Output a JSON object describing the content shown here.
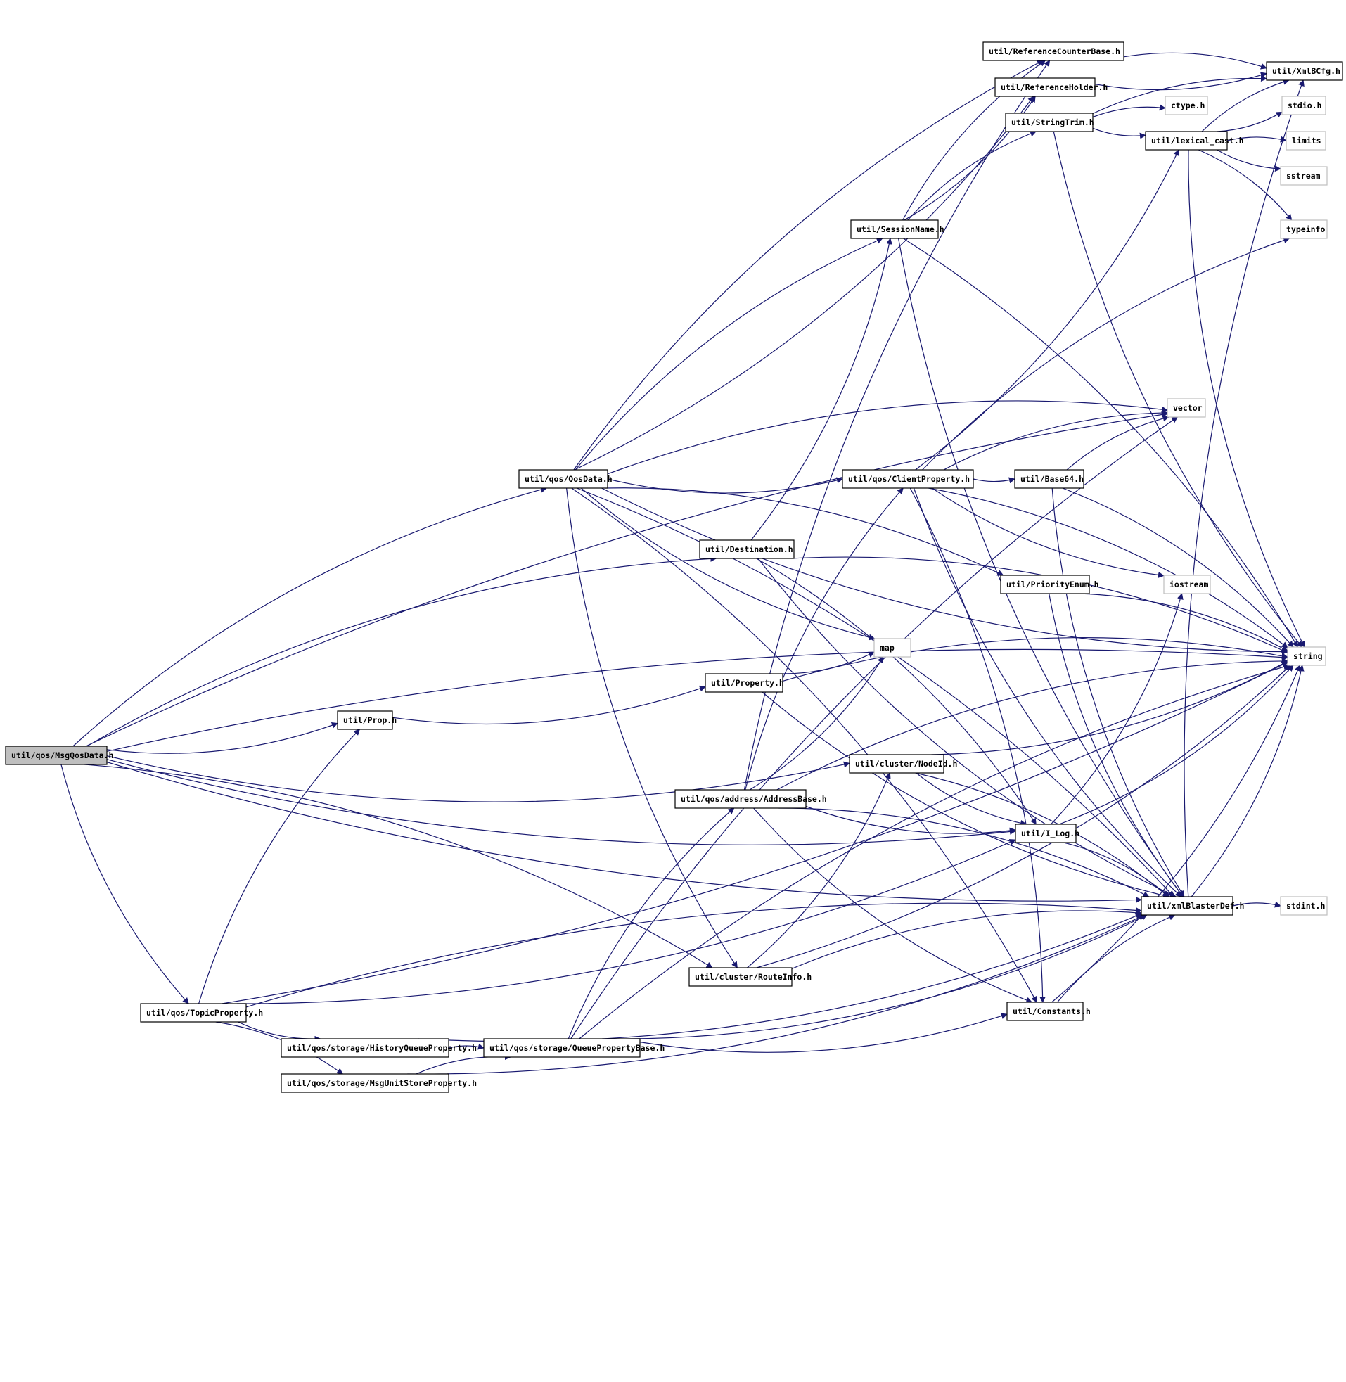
{
  "diagram": {
    "root": "msgqosdata",
    "nodes": [
      {
        "id": "msgqosdata",
        "label": "util/qos/MsgQosData.h",
        "kind": "root"
      },
      {
        "id": "qosdata",
        "label": "util/qos/QosData.h",
        "kind": "header"
      },
      {
        "id": "prop",
        "label": "util/Prop.h",
        "kind": "header"
      },
      {
        "id": "topicproperty",
        "label": "util/qos/TopicProperty.h",
        "kind": "header"
      },
      {
        "id": "historyqueue",
        "label": "util/qos/storage/HistoryQueueProperty.h",
        "kind": "header"
      },
      {
        "id": "msgunitstore",
        "label": "util/qos/storage/MsgUnitStoreProperty.h",
        "kind": "header"
      },
      {
        "id": "queuepropbase",
        "label": "util/qos/storage/QueuePropertyBase.h",
        "kind": "header"
      },
      {
        "id": "destination",
        "label": "util/Destination.h",
        "kind": "header"
      },
      {
        "id": "property",
        "label": "util/Property.h",
        "kind": "header"
      },
      {
        "id": "addressbase",
        "label": "util/qos/address/AddressBase.h",
        "kind": "header"
      },
      {
        "id": "routeinfo",
        "label": "util/cluster/RouteInfo.h",
        "kind": "header"
      },
      {
        "id": "sessionname",
        "label": "util/SessionName.h",
        "kind": "header"
      },
      {
        "id": "clientproperty",
        "label": "util/qos/ClientProperty.h",
        "kind": "header"
      },
      {
        "id": "map",
        "label": "map",
        "kind": "system"
      },
      {
        "id": "nodeid",
        "label": "util/cluster/NodeId.h",
        "kind": "header"
      },
      {
        "id": "refcounterbase",
        "label": "util/ReferenceCounterBase.h",
        "kind": "header"
      },
      {
        "id": "refholder",
        "label": "util/ReferenceHolder.h",
        "kind": "header"
      },
      {
        "id": "stringtrim",
        "label": "util/StringTrim.h",
        "kind": "header"
      },
      {
        "id": "base64",
        "label": "util/Base64.h",
        "kind": "header"
      },
      {
        "id": "priorityenum",
        "label": "util/PriorityEnum.h",
        "kind": "header"
      },
      {
        "id": "ilog",
        "label": "util/I_Log.h",
        "kind": "header"
      },
      {
        "id": "constants",
        "label": "util/Constants.h",
        "kind": "header"
      },
      {
        "id": "ctype",
        "label": "ctype.h",
        "kind": "system"
      },
      {
        "id": "lexicalcast",
        "label": "util/lexical_cast.h",
        "kind": "header"
      },
      {
        "id": "vector",
        "label": "vector",
        "kind": "system"
      },
      {
        "id": "iostream",
        "label": "iostream",
        "kind": "system"
      },
      {
        "id": "xmlblasterdef",
        "label": "util/xmlBlasterDef.h",
        "kind": "header"
      },
      {
        "id": "xmlbcfg",
        "label": "util/XmlBCfg.h",
        "kind": "header"
      },
      {
        "id": "stdio",
        "label": "stdio.h",
        "kind": "system"
      },
      {
        "id": "limits",
        "label": "limits",
        "kind": "system"
      },
      {
        "id": "sstream",
        "label": "sstream",
        "kind": "system"
      },
      {
        "id": "typeinfo",
        "label": "typeinfo",
        "kind": "system"
      },
      {
        "id": "string",
        "label": "string",
        "kind": "system"
      },
      {
        "id": "stdint",
        "label": "stdint.h",
        "kind": "system"
      }
    ],
    "edges": [
      [
        "msgqosdata",
        "qosdata"
      ],
      [
        "msgqosdata",
        "prop"
      ],
      [
        "msgqosdata",
        "destination"
      ],
      [
        "msgqosdata",
        "nodeid"
      ],
      [
        "msgqosdata",
        "routeinfo"
      ],
      [
        "msgqosdata",
        "topicproperty"
      ],
      [
        "msgqosdata",
        "vector"
      ],
      [
        "msgqosdata",
        "xmlblasterdef"
      ],
      [
        "msgqosdata",
        "string"
      ],
      [
        "msgqosdata",
        "ilog"
      ],
      [
        "qosdata",
        "refcounterbase"
      ],
      [
        "qosdata",
        "refholder"
      ],
      [
        "qosdata",
        "sessionname"
      ],
      [
        "qosdata",
        "clientproperty"
      ],
      [
        "qosdata",
        "priorityenum"
      ],
      [
        "qosdata",
        "map"
      ],
      [
        "qosdata",
        "vector"
      ],
      [
        "qosdata",
        "string"
      ],
      [
        "qosdata",
        "xmlblasterdef"
      ],
      [
        "qosdata",
        "routeinfo"
      ],
      [
        "qosdata",
        "constants"
      ],
      [
        "prop",
        "property"
      ],
      [
        "topicproperty",
        "prop"
      ],
      [
        "topicproperty",
        "historyqueue"
      ],
      [
        "topicproperty",
        "msgunitstore"
      ],
      [
        "topicproperty",
        "string"
      ],
      [
        "topicproperty",
        "xmlblasterdef"
      ],
      [
        "topicproperty",
        "ilog"
      ],
      [
        "historyqueue",
        "queuepropbase"
      ],
      [
        "historyqueue",
        "xmlblasterdef"
      ],
      [
        "msgunitstore",
        "queuepropbase"
      ],
      [
        "msgunitstore",
        "xmlblasterdef"
      ],
      [
        "queuepropbase",
        "addressbase"
      ],
      [
        "queuepropbase",
        "constants"
      ],
      [
        "queuepropbase",
        "string"
      ],
      [
        "queuepropbase",
        "xmlblasterdef"
      ],
      [
        "queuepropbase",
        "vector"
      ],
      [
        "destination",
        "sessionname"
      ],
      [
        "destination",
        "ilog"
      ],
      [
        "destination",
        "xmlblasterdef"
      ],
      [
        "destination",
        "string"
      ],
      [
        "property",
        "map"
      ],
      [
        "property",
        "string"
      ],
      [
        "property",
        "xmlblasterdef"
      ],
      [
        "addressbase",
        "clientproperty"
      ],
      [
        "addressbase",
        "map"
      ],
      [
        "addressbase",
        "refcounterbase"
      ],
      [
        "addressbase",
        "ilog"
      ],
      [
        "addressbase",
        "xmlblasterdef"
      ],
      [
        "addressbase",
        "constants"
      ],
      [
        "addressbase",
        "string"
      ],
      [
        "routeinfo",
        "nodeid"
      ],
      [
        "routeinfo",
        "xmlblasterdef"
      ],
      [
        "routeinfo",
        "string"
      ],
      [
        "sessionname",
        "refcounterbase"
      ],
      [
        "sessionname",
        "refholder"
      ],
      [
        "sessionname",
        "stringtrim"
      ],
      [
        "sessionname",
        "xmlblasterdef"
      ],
      [
        "sessionname",
        "string"
      ],
      [
        "clientproperty",
        "base64"
      ],
      [
        "clientproperty",
        "vector"
      ],
      [
        "clientproperty",
        "lexicalcast"
      ],
      [
        "clientproperty",
        "typeinfo"
      ],
      [
        "clientproperty",
        "iostream"
      ],
      [
        "clientproperty",
        "string"
      ],
      [
        "clientproperty",
        "xmlblasterdef"
      ],
      [
        "clientproperty",
        "constants"
      ],
      [
        "nodeid",
        "ilog"
      ],
      [
        "nodeid",
        "xmlblasterdef"
      ],
      [
        "nodeid",
        "string"
      ],
      [
        "refcounterbase",
        "xmlbcfg"
      ],
      [
        "refholder",
        "xmlbcfg"
      ],
      [
        "stringtrim",
        "ctype"
      ],
      [
        "stringtrim",
        "lexicalcast"
      ],
      [
        "stringtrim",
        "xmlbcfg"
      ],
      [
        "stringtrim",
        "string"
      ],
      [
        "base64",
        "vector"
      ],
      [
        "base64",
        "xmlblasterdef"
      ],
      [
        "base64",
        "string"
      ],
      [
        "priorityenum",
        "xmlblasterdef"
      ],
      [
        "priorityenum",
        "string"
      ],
      [
        "ilog",
        "iostream"
      ],
      [
        "ilog",
        "xmlblasterdef"
      ],
      [
        "ilog",
        "string"
      ],
      [
        "constants",
        "xmlblasterdef"
      ],
      [
        "constants",
        "string"
      ],
      [
        "lexicalcast",
        "xmlbcfg"
      ],
      [
        "lexicalcast",
        "stdio"
      ],
      [
        "lexicalcast",
        "limits"
      ],
      [
        "lexicalcast",
        "sstream"
      ],
      [
        "lexicalcast",
        "typeinfo"
      ],
      [
        "lexicalcast",
        "string"
      ],
      [
        "xmlblasterdef",
        "stdint"
      ],
      [
        "xmlblasterdef",
        "string"
      ],
      [
        "xmlblasterdef",
        "xmlbcfg"
      ]
    ]
  }
}
